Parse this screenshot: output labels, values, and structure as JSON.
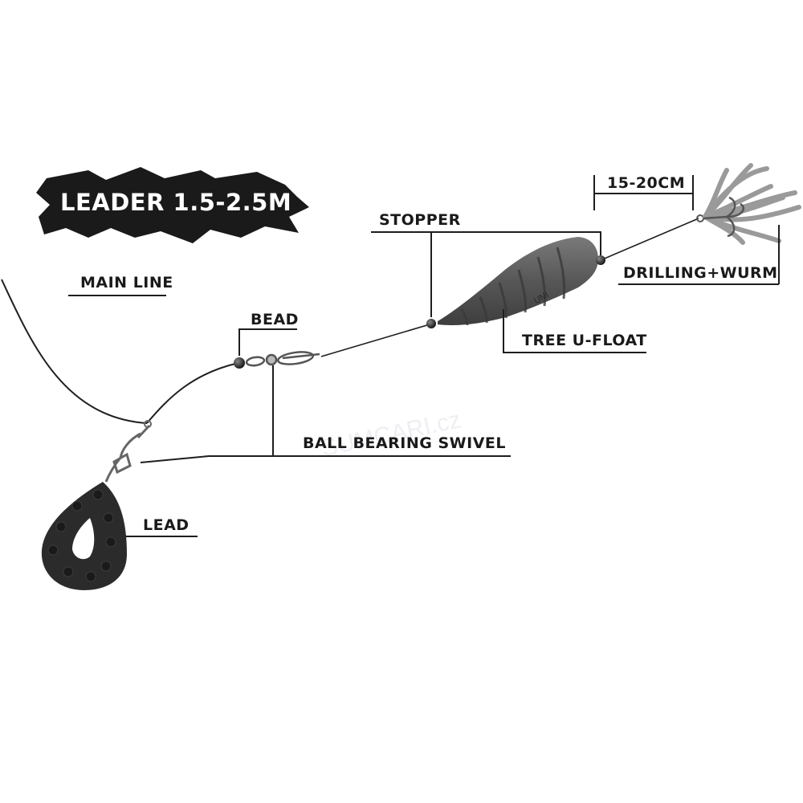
{
  "banner": {
    "text": "LEADER 1.5-2.5M"
  },
  "labels": {
    "main_line": "MAIN LINE",
    "bead": "BEAD",
    "stopper": "STOPPER",
    "distance": "15-20CM",
    "hook_worm": "DRILLING+WURM",
    "float": "TREE U-FLOAT",
    "swivel": "BALL BEARING SWIVEL",
    "lead": "LEAD"
  },
  "watermark": "SUMCARI.cz",
  "colors": {
    "line": "#1e1e1e",
    "banner": "#1a1a1a",
    "float": "#5a5a5a",
    "lead_weight": "#2b2b2b",
    "worm": "#9a9a9a"
  }
}
